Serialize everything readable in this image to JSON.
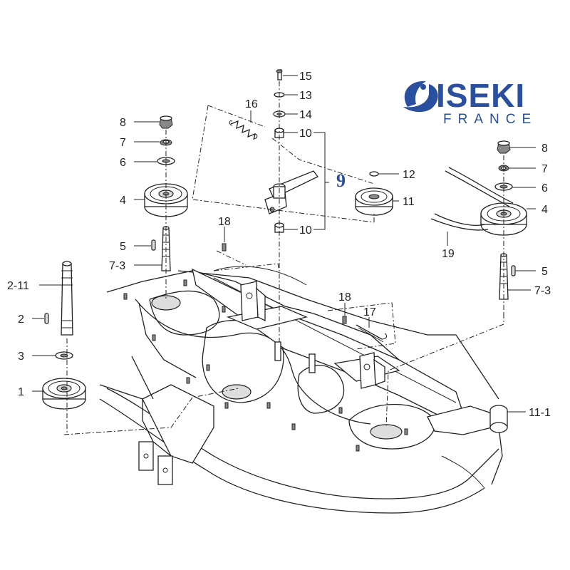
{
  "logo": {
    "word": "ISEKI",
    "sub": "FRANCE",
    "color": "#2a4f9e"
  },
  "assembly_ref": "9",
  "callouts": {
    "l_8": "8",
    "l_7": "7",
    "l_6": "6",
    "l_4": "4",
    "l_5": "5",
    "l_73": "7-3",
    "l_211": "2-11",
    "l_2": "2",
    "l_3": "3",
    "l_1": "1",
    "c_15": "15",
    "c_13": "13",
    "c_14": "14",
    "c_16": "16",
    "c_10a": "10",
    "c_10b": "10",
    "c_12": "12",
    "c_11": "11",
    "c_18a": "18",
    "c_18b": "18",
    "c_17": "17",
    "r_8": "8",
    "r_7": "7",
    "r_6": "6",
    "r_4": "4",
    "r_19": "19",
    "r_5": "5",
    "r_73": "7-3",
    "r_111": "11-1"
  }
}
